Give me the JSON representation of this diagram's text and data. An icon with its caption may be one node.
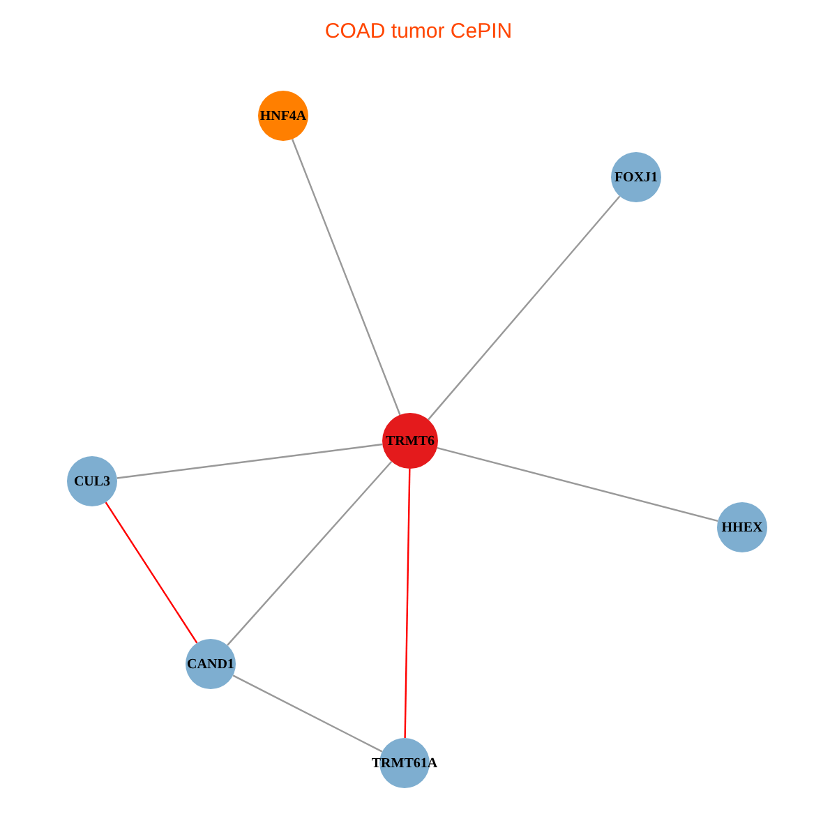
{
  "diagram": {
    "title": "COAD tumor CePIN",
    "nodes": [
      {
        "text": [
          "HNF4A"
        ]
      },
      {
        "text": [
          "FOXJ1"
        ]
      },
      {
        "text": [
          "TRMT6"
        ]
      },
      {
        "text": [
          "CUL3"
        ]
      },
      {
        "text": [
          "HHEX"
        ]
      },
      {
        "text": [
          "CAND1"
        ]
      },
      {
        "text": [
          "TRMT61A"
        ]
      }
    ],
    "edges": [
      {
        "from": 2,
        "to": 0,
        "arrow": "none"
      },
      {
        "from": 2,
        "to": 1,
        "arrow": "none"
      },
      {
        "from": 2,
        "to": 3,
        "arrow": "none"
      },
      {
        "from": 2,
        "to": 4,
        "arrow": "none"
      },
      {
        "from": 2,
        "to": 5,
        "arrow": "none"
      },
      {
        "from": 2,
        "to": 6,
        "arrow": "none",
        "color": "#ff0000"
      },
      {
        "from": 3,
        "to": 5,
        "arrow": "none",
        "color": "#ff0000"
      },
      {
        "from": 5,
        "to": 6,
        "arrow": "none"
      }
    ]
  }
}
